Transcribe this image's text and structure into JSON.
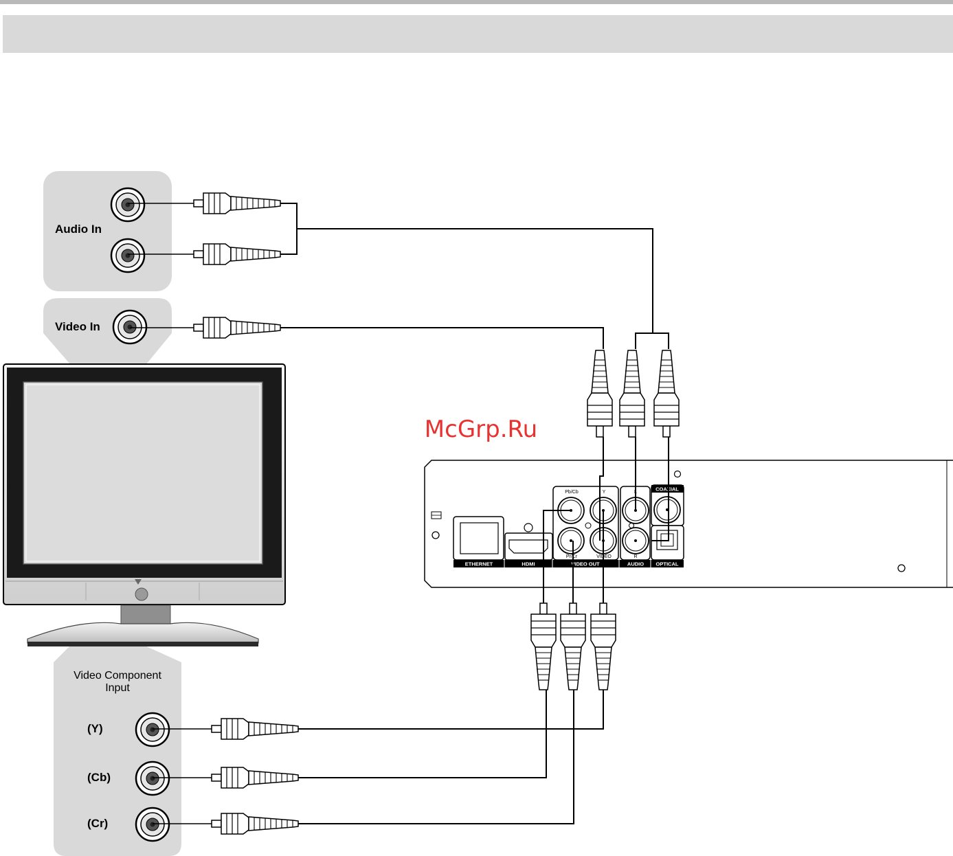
{
  "labels": {
    "audio_in": "Audio In",
    "video_in": "Video In",
    "component_title_line1": "Video Component",
    "component_title_line2": "Input",
    "y": "(Y)",
    "cb": "(Cb)",
    "cr": "(Cr)"
  },
  "player": {
    "sections": {
      "ethernet": "ETHERNET",
      "hdmi": "HDMI",
      "video_out": "VIDEO OUT",
      "audio": "AUDIO",
      "optical": "OPTICAL",
      "coaxial": "COAXIAL"
    },
    "ports": {
      "pb_cb": "Pb/Cb",
      "y": "Y",
      "pr_cr": "Pr/Cr",
      "video": "VIDEO",
      "l": "L",
      "r": "R"
    }
  },
  "watermark": "McGrp.Ru",
  "colors": {
    "panel_gray": "#d9d9d9",
    "watermark_red": "#e8322f"
  }
}
